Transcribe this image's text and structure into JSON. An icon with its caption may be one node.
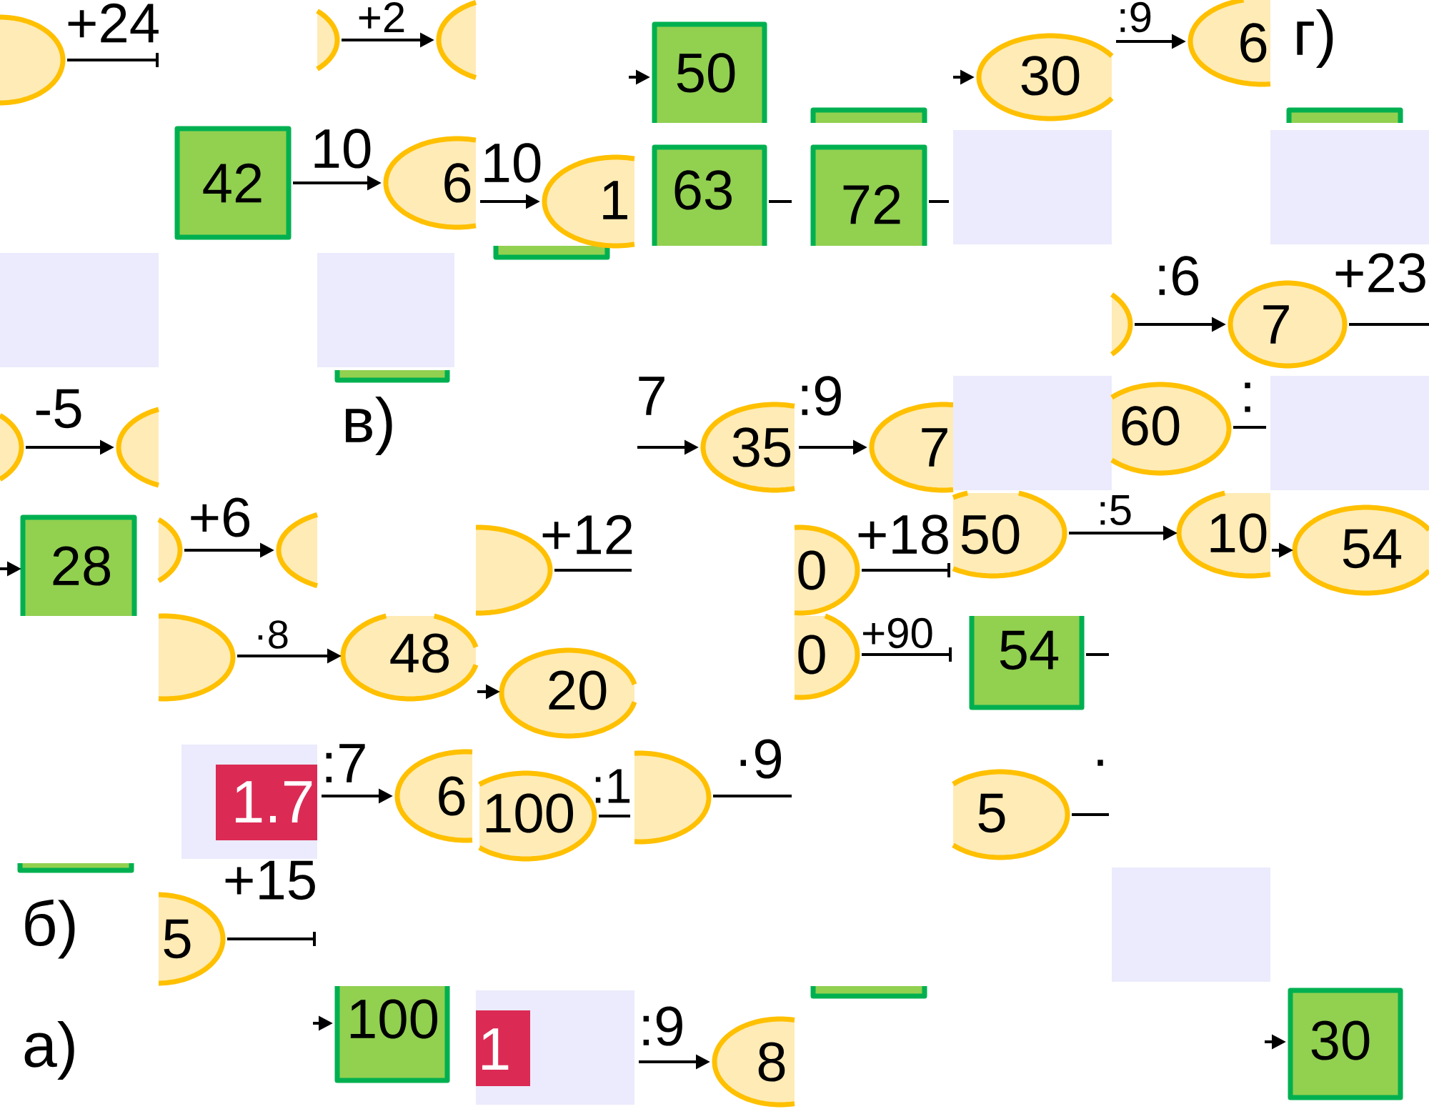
{
  "diagram": {
    "nodes": [
      {
        "text": [],
        "shape": "ellipse"
      },
      {
        "text": [],
        "shape": "ellipse"
      },
      {
        "text": [],
        "shape": "ellipse"
      },
      {
        "text": [
          "50"
        ]
      },
      {
        "text": [
          "30"
        ]
      },
      {
        "text": [
          "6"
        ]
      },
      {
        "text": [
          "42"
        ]
      },
      {
        "text": [
          "6"
        ]
      },
      {
        "text": [
          "1"
        ]
      },
      {
        "text": [
          "63"
        ]
      },
      {
        "text": [
          "72"
        ]
      },
      {
        "text": [],
        "shape": "box"
      },
      {
        "text": [],
        "shape": "box"
      },
      {
        "text": [],
        "shape": "box"
      },
      {
        "text": [],
        "shape": "box"
      },
      {
        "text": [],
        "shape": "ellipse"
      },
      {
        "text": [
          "7"
        ]
      },
      {
        "text": [],
        "shape": "ellipse"
      },
      {
        "text": [],
        "shape": "ellipse"
      },
      {
        "text": [
          "35"
        ]
      },
      {
        "text": [
          "7"
        ]
      },
      {
        "text": [],
        "shape": "box"
      },
      {
        "text": [
          "60"
        ]
      },
      {
        "text": [],
        "shape": "box"
      },
      {
        "text": [
          "28"
        ]
      },
      {
        "text": [],
        "shape": "ellipse"
      },
      {
        "text": [],
        "shape": "ellipse"
      },
      {
        "text": [],
        "shape": "ellipse"
      },
      {
        "text": [
          "0"
        ]
      },
      {
        "text": [
          "50"
        ]
      },
      {
        "text": [
          "10"
        ]
      },
      {
        "text": [
          "54"
        ]
      },
      {
        "text": [],
        "shape": "ellipse"
      },
      {
        "text": [
          "48"
        ]
      },
      {
        "text": [
          "20"
        ]
      },
      {
        "text": [
          "0"
        ]
      },
      {
        "text": [
          "54"
        ]
      },
      {
        "text": [],
        "shape": "box"
      },
      {
        "text": [
          "1.7"
        ],
        "in": 37
      },
      {
        "text": [
          "6"
        ]
      },
      {
        "text": [
          "100"
        ]
      },
      {
        "text": [],
        "shape": "ellipse"
      },
      {
        "text": [
          "5"
        ]
      },
      {
        "text": [
          "5"
        ]
      },
      {
        "text": [],
        "shape": "box"
      },
      {
        "text": [
          "100"
        ]
      },
      {
        "text": [],
        "shape": "box"
      },
      {
        "text": [
          "1"
        ],
        "in": 46
      },
      {
        "text": [
          "8"
        ]
      },
      {
        "text": [
          "30"
        ]
      }
    ],
    "edges": [
      {
        "from": 0,
        "to": null,
        "arrow": "none",
        "label": "+24"
      },
      {
        "from": 1,
        "to": 2,
        "arrow": "to",
        "label": "+2"
      },
      {
        "from": null,
        "to": 3,
        "arrow": "to"
      },
      {
        "from": null,
        "to": 4,
        "arrow": "to"
      },
      {
        "from": 4,
        "to": 5,
        "arrow": "to",
        "label": ":9"
      },
      {
        "from": 6,
        "to": 7,
        "arrow": "to",
        "label": "10"
      },
      {
        "from": 7,
        "to": 8,
        "arrow": "to",
        "label": "10"
      },
      {
        "from": 9,
        "to": null,
        "arrow": "none"
      },
      {
        "from": 10,
        "to": 11,
        "arrow": "none"
      },
      {
        "from": 15,
        "to": 16,
        "arrow": "to",
        "label": ":6"
      },
      {
        "from": 16,
        "to": null,
        "arrow": "none",
        "label": "+23"
      },
      {
        "from": 17,
        "to": 18,
        "arrow": "to",
        "label": "-5"
      },
      {
        "from": null,
        "to": 19,
        "arrow": "to",
        "label": "7"
      },
      {
        "from": 19,
        "to": 20,
        "arrow": "to",
        "label": ":9"
      },
      {
        "from": 22,
        "to": 23,
        "arrow": "none",
        "label": ":"
      },
      {
        "from": null,
        "to": 24,
        "arrow": "to"
      },
      {
        "from": 25,
        "to": 26,
        "arrow": "to",
        "label": "+6"
      },
      {
        "from": 27,
        "to": null,
        "arrow": "none",
        "label": "+12"
      },
      {
        "from": 28,
        "to": 29,
        "arrow": "none",
        "label": "+18"
      },
      {
        "from": 29,
        "to": 30,
        "arrow": "to",
        "label": ":5"
      },
      {
        "from": 30,
        "to": 31,
        "arrow": "to"
      },
      {
        "from": 32,
        "to": 33,
        "arrow": "to",
        "label": "·8"
      },
      {
        "from": 33,
        "to": 34,
        "arrow": "to"
      },
      {
        "from": 35,
        "to": null,
        "arrow": "none",
        "label": "+90"
      },
      {
        "from": 36,
        "to": null,
        "arrow": "none"
      },
      {
        "from": 37,
        "to": 39,
        "arrow": "to",
        "label": ":7"
      },
      {
        "from": 40,
        "to": 41,
        "arrow": "none",
        "label": ":1"
      },
      {
        "from": 41,
        "to": null,
        "arrow": "none",
        "label": "·9"
      },
      {
        "from": 42,
        "to": null,
        "arrow": "none",
        "label": "·"
      },
      {
        "from": 43,
        "to": null,
        "arrow": "none",
        "label": "+15"
      },
      {
        "from": null,
        "to": 45,
        "arrow": "to"
      },
      {
        "from": 46,
        "to": 48,
        "arrow": "to",
        "label": ":9"
      },
      {
        "from": null,
        "to": 49,
        "arrow": "to"
      }
    ],
    "labels": [
      "г)",
      "в)",
      "б)",
      "а)"
    ]
  }
}
